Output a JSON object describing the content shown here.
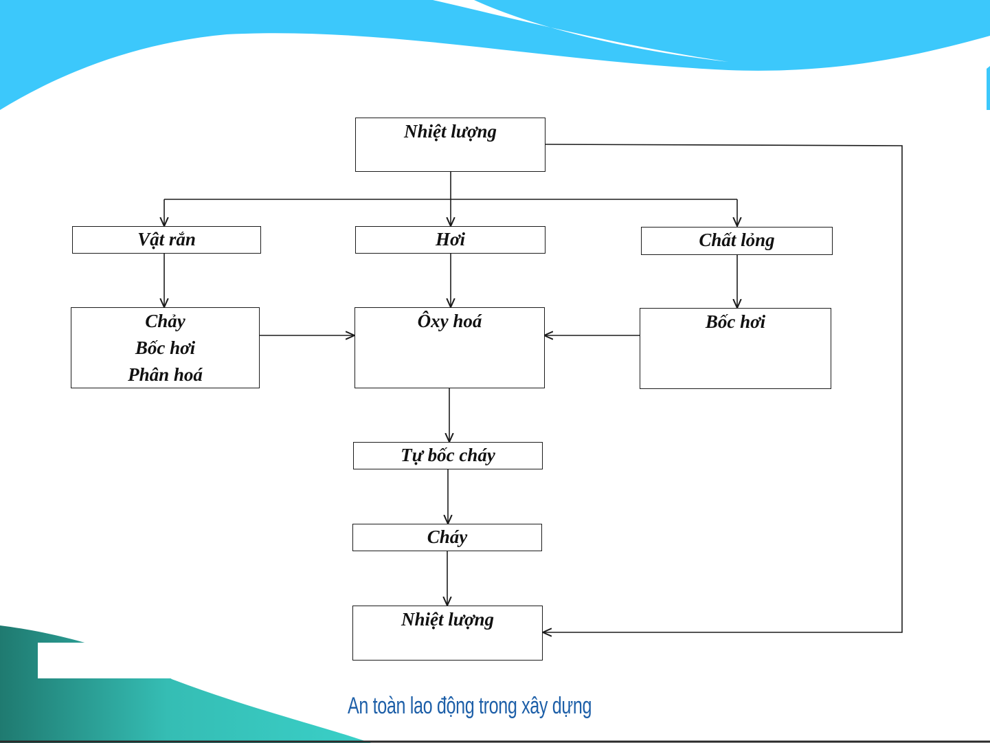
{
  "nodes": {
    "heat_top": "Nhiệt lượng",
    "solid": "Vật rắn",
    "vapor": "Hơi",
    "liquid": "Chất lỏng",
    "solid_process": [
      "Chảy",
      "Bốc hơi",
      "Phân hoá"
    ],
    "oxidation": "Ôxy hoá",
    "evaporation": "Bốc hơi",
    "self_ignition": "Tự bốc cháy",
    "burning": "Cháy",
    "heat_bottom": "Nhiệt lượng"
  },
  "edges": [
    [
      "heat_top",
      "solid"
    ],
    [
      "heat_top",
      "vapor"
    ],
    [
      "heat_top",
      "liquid"
    ],
    [
      "solid",
      "solid_process"
    ],
    [
      "vapor",
      "oxidation"
    ],
    [
      "liquid",
      "evaporation"
    ],
    [
      "solid_process",
      "oxidation"
    ],
    [
      "evaporation",
      "oxidation"
    ],
    [
      "oxidation",
      "self_ignition"
    ],
    [
      "self_ignition",
      "burning"
    ],
    [
      "burning",
      "heat_bottom"
    ],
    [
      "heat_top",
      "heat_bottom"
    ]
  ],
  "footer": "An toàn lao động trong xây dựng",
  "colors": {
    "top_wave": "#3cc8fb",
    "bottom_wave_dark": "#1f7a70",
    "bottom_wave_light": "#3ad0c8",
    "footer_text": "#1d5fa8"
  }
}
